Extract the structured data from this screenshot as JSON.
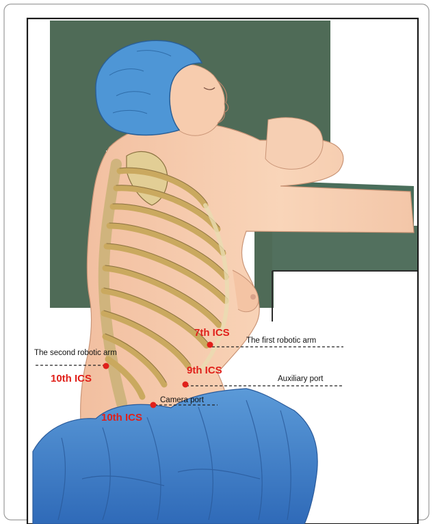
{
  "figure": {
    "colors": {
      "wall": "#4f6b57",
      "skin": "#f7ccae",
      "bone": "#d8c27e",
      "drape": "#3f7fc9",
      "cap": "#4e96d6",
      "marker": "#e0201a",
      "text": "#111111"
    }
  },
  "labels": {
    "ics_7": "7th ICS",
    "first_arm": "The first robotic arm",
    "second_arm": "The second robotic arm",
    "ics_10_left": "10th ICS",
    "ics_9": "9th ICS",
    "auxiliary": "Auxiliary port",
    "camera": "Camera port",
    "ics_10_bottom": "10th ICS"
  }
}
